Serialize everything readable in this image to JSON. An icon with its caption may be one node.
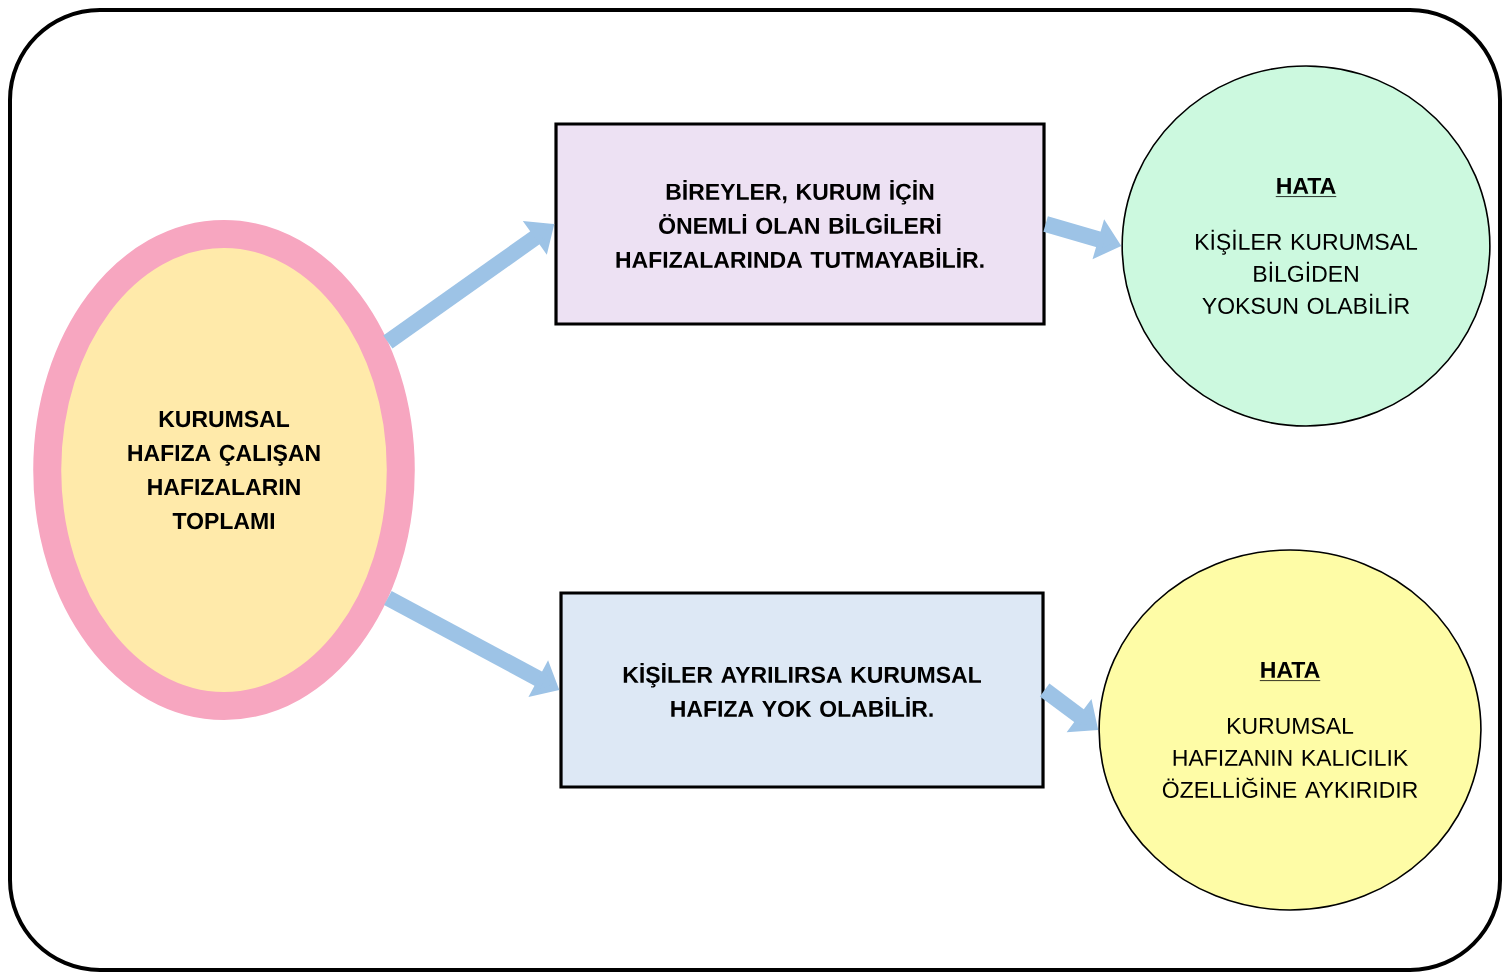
{
  "diagram": {
    "nodes": [
      {
        "text": [
          "KURUMSAL HAFIZA ÇALIŞAN HAFIZALARIN TOPLAMI"
        ]
      },
      {
        "text": [
          "BİREYLER, KURUM İÇİN ÖNEMLİ OLAN BİLGİLERİ HAFIZALARINDA TUTMAYABİLİR."
        ]
      },
      {
        "text": [
          "HATA",
          "KİŞİLER KURUMSAL BİLGİDEN YOKSUN OLABİLİR"
        ]
      },
      {
        "text": [
          "KİŞİLER AYRILIRSA KURUMSAL HAFIZA YOK OLABİLİR."
        ]
      },
      {
        "text": [
          "HATA",
          "KURUMSAL HAFIZANIN KALICILIK ÖZELLİĞİNE AYKIRIDIR"
        ]
      }
    ],
    "edges": [
      {
        "from": 0,
        "to": 1,
        "arrow": "to"
      },
      {
        "from": 1,
        "to": 2,
        "arrow": "to"
      },
      {
        "from": 0,
        "to": 3,
        "arrow": "to"
      },
      {
        "from": 3,
        "to": 4,
        "arrow": "to"
      }
    ]
  }
}
